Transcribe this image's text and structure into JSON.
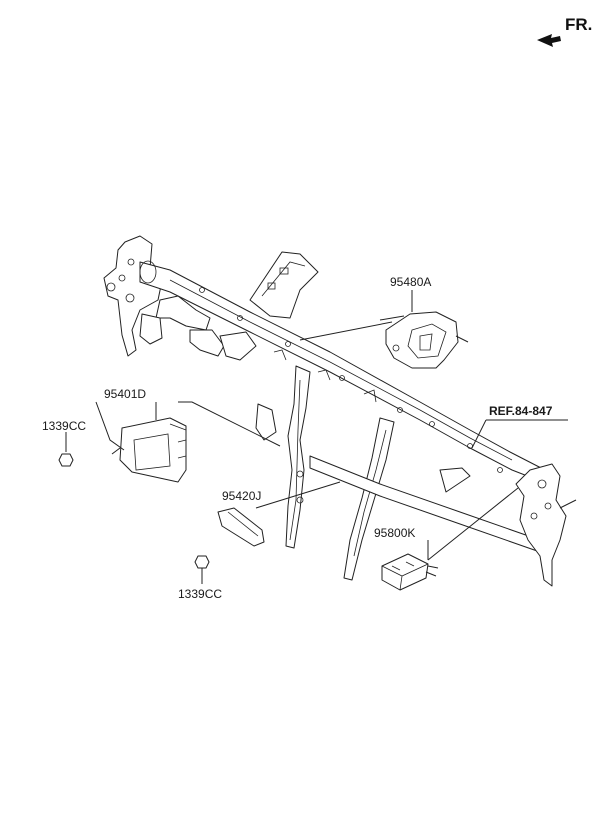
{
  "orientation": {
    "label": "FR."
  },
  "callouts": {
    "c95480A": "95480A",
    "c95401D": "95401D",
    "c1339CC_top": "1339CC",
    "c95420J": "95420J",
    "c1339CC_bottom": "1339CC",
    "c95800K": "95800K",
    "ref": "REF.84-847"
  }
}
